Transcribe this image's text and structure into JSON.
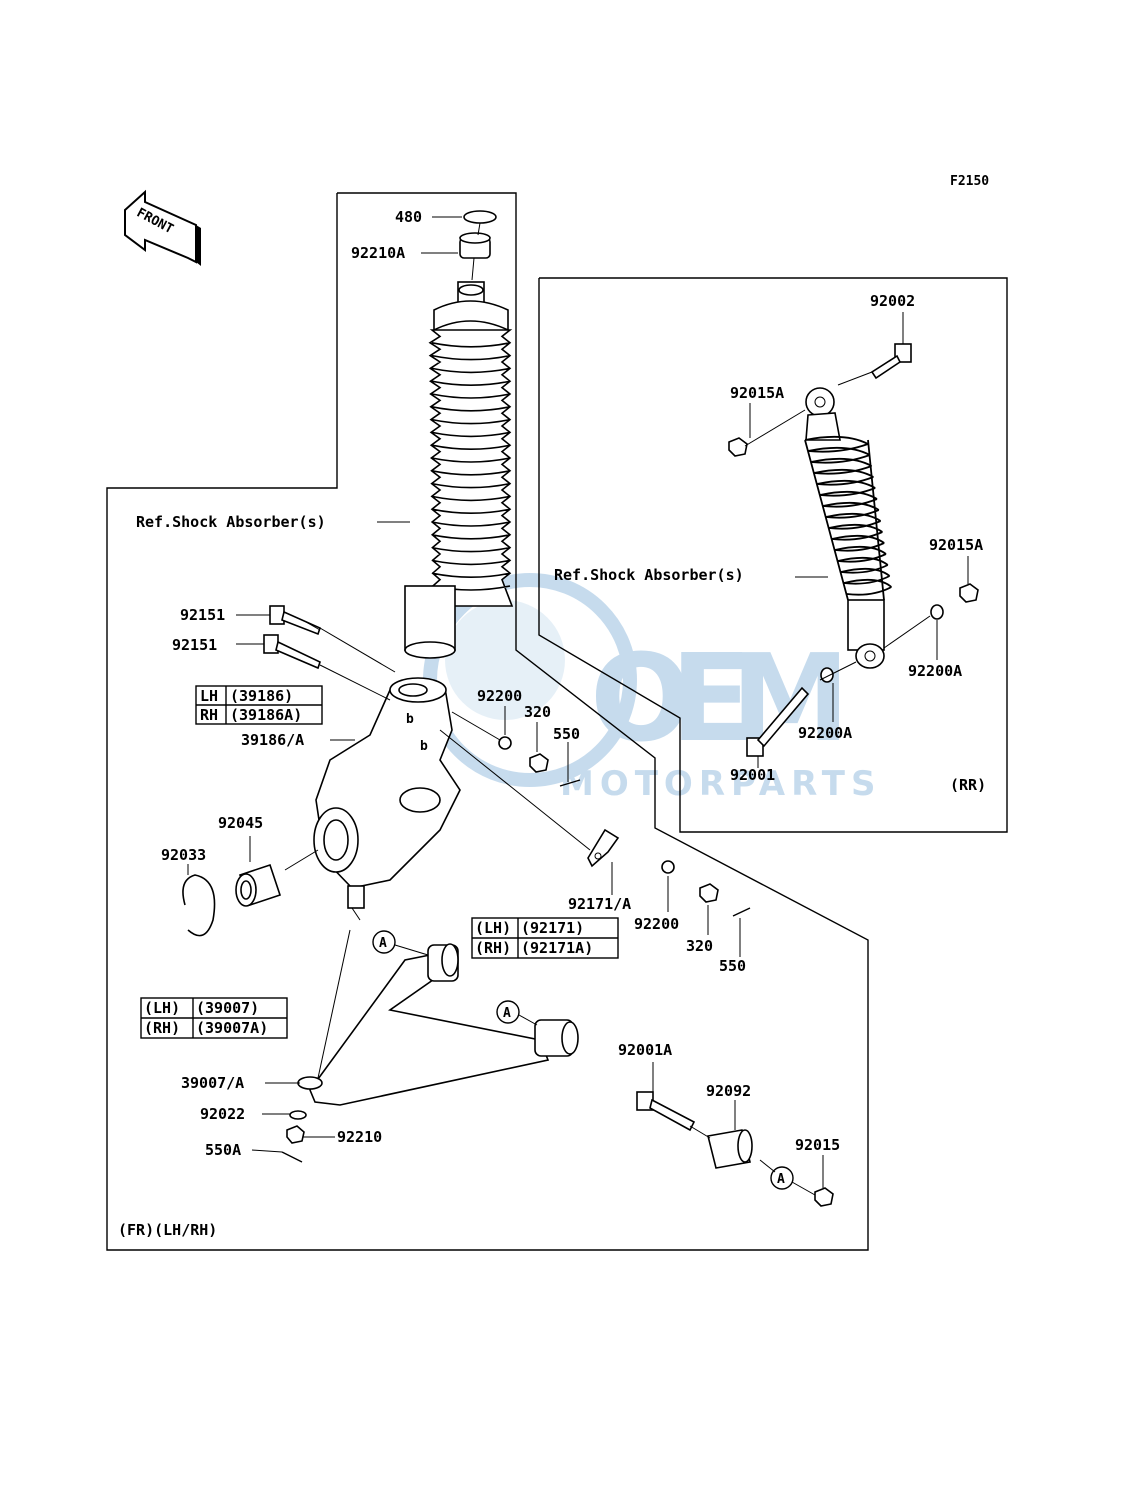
{
  "figure_code": "F2150",
  "front_arrow_text": "FRONT",
  "watermark": {
    "brand": "OEM",
    "sub": "MOTORPARTS",
    "color": "#8fb9dd"
  },
  "callouts": {
    "c480": "480",
    "c92210A": "92210A",
    "ref_front": "Ref.Shock Absorber(s)",
    "c92151a": "92151",
    "c92151b": "92151",
    "c39186A": "39186/A",
    "c92200a": "92200",
    "c320a": "320",
    "c550a": "550",
    "c92045": "92045",
    "c92033": "92033",
    "c92171A": "92171/A",
    "c92200b": "92200",
    "c320b": "320",
    "c550b": "550",
    "c39007A": "39007/A",
    "c92022": "92022",
    "c92210": "92210",
    "c550A": "550A",
    "c92001A": "92001A",
    "c92092": "92092",
    "c92015": "92015",
    "c92002": "92002",
    "c92015Aa": "92015A",
    "c92015Ab": "92015A",
    "ref_rear": "Ref.Shock Absorber(s)",
    "c92200Aa": "92200A",
    "c92200Ab": "92200A",
    "c92001": "92001",
    "rr": "(RR)",
    "fr": "(FR)(LH/RH)"
  },
  "tables": {
    "knuckle": {
      "r1c1": "LH",
      "r1c2": "(39186)",
      "r2c1": "RH",
      "r2c2": "(39186A)"
    },
    "bracket": {
      "r1c1": "(LH)",
      "r1c2": "(92171)",
      "r2c1": "(RH)",
      "r2c2": "(92171A)"
    },
    "arm": {
      "r1c1": "(LH)",
      "r1c2": "(39007)",
      "r2c1": "(RH)",
      "r2c2": "(39007A)"
    }
  },
  "markers": {
    "a1": "A",
    "a2": "A",
    "a3": "A"
  }
}
